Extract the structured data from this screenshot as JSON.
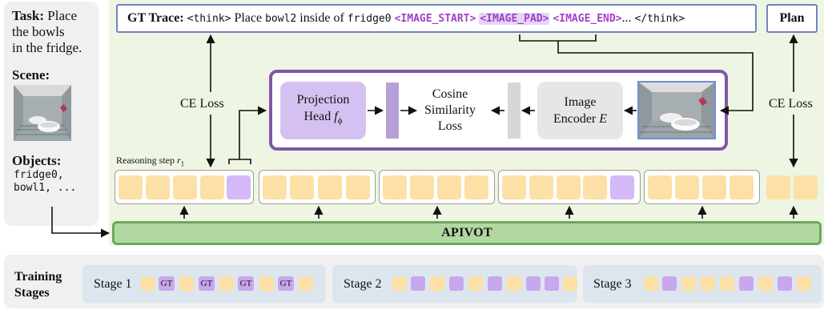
{
  "left": {
    "task_label": "Task:",
    "task_text_1": "Place",
    "task_text_2": "the bowls",
    "task_text_3": "in the fridge.",
    "scene_label": "Scene:",
    "objects_label": "Objects:",
    "objects_line_1": "fridge0,",
    "objects_line_2": "bowl1, ..."
  },
  "gt_trace": {
    "label": "GT Trace:",
    "think_open": "<think>",
    "text_1": "Place",
    "bowl": "bowl2",
    "text_2": "inside of",
    "fridge": "fridge0",
    "image_start": "<IMAGE_START>",
    "image_pad": "<IMAGE_PAD>",
    "image_end": "<IMAGE_END>",
    "ellipsis": "...",
    "think_close": "</think>"
  },
  "plan": "Plan",
  "ce_loss_left": "CE Loss",
  "ce_loss_right": "CE Loss",
  "projection_head": {
    "line1": "Projection",
    "line2": "Head",
    "symbol": "f",
    "subscript": "ϕ"
  },
  "cosine_loss": {
    "line1": "Cosine",
    "line2": "Similarity",
    "line3": "Loss"
  },
  "image_encoder": {
    "line1": "Image",
    "line2": "Encoder",
    "symbol": "E"
  },
  "reasoning_step": {
    "label": "Reasoning step",
    "symbol": "r",
    "subscript": "1"
  },
  "apivot": "APIVOT",
  "training": {
    "label_line1": "Training",
    "label_line2": "Stages",
    "stage1": "Stage 1",
    "stage2": "Stage 2",
    "stage3": "Stage 3",
    "gt_token": "GT"
  },
  "colors": {
    "token_yellow": "#fde0a6",
    "token_purple": "#d5b8f7",
    "apivot_green": "#b2d8a1",
    "frame_purple": "#8057a5",
    "trace_blue": "#6f84c4"
  }
}
